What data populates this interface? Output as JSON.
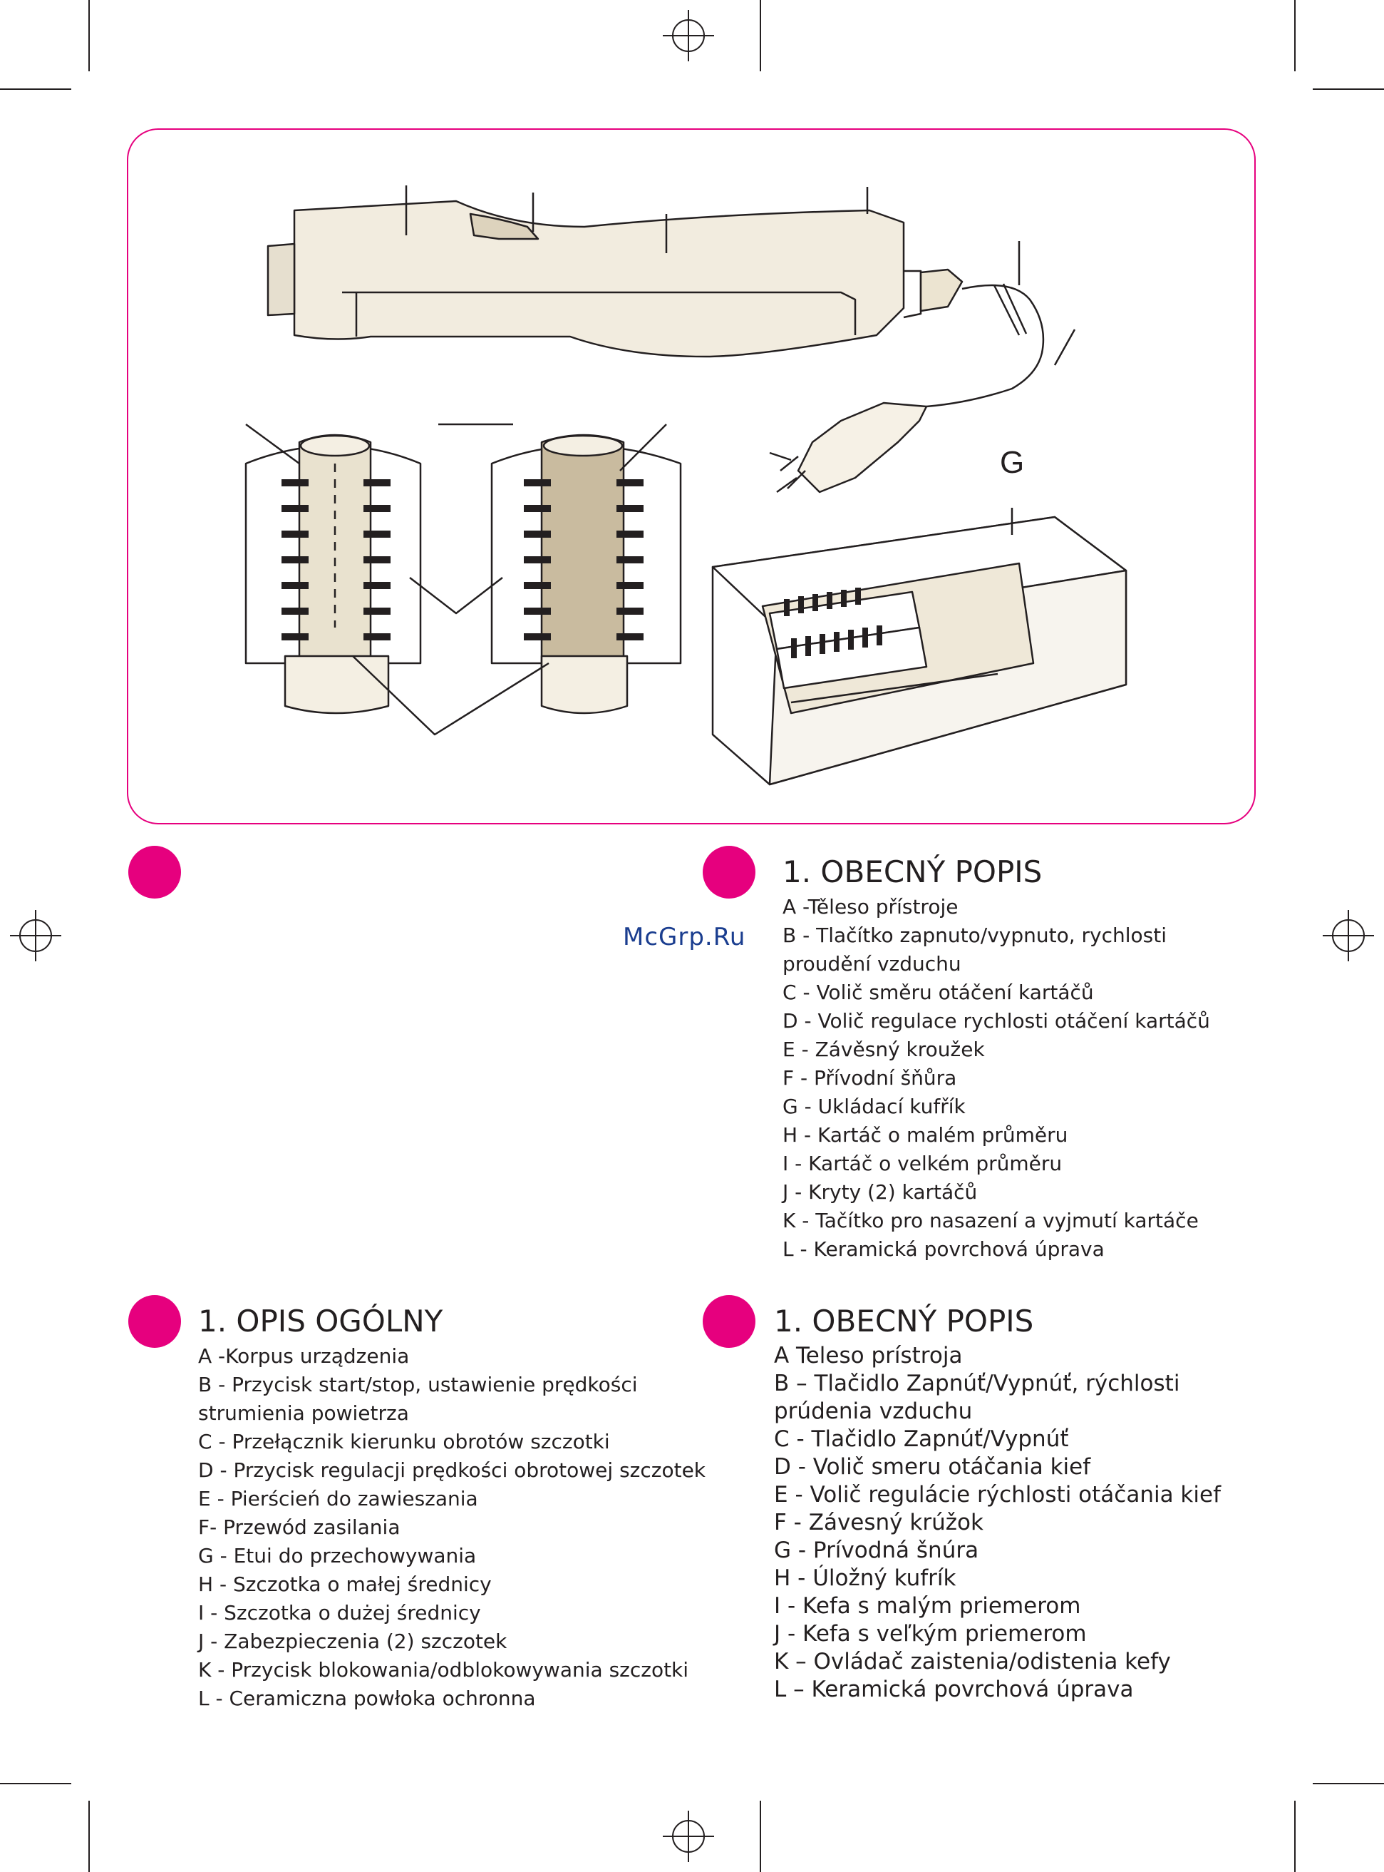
{
  "diagram": {
    "callout_g": "G"
  },
  "watermark": "McGrp.Ru",
  "cs_section": {
    "title": "1. OBECNÝ POPIS",
    "items": [
      "A -Těleso přístroje",
      "B - Tlačítko zapnuto/vypnuto, rychlosti",
      "proudění vzduchu",
      "C - Volič směru otáčení kartáčů",
      "D - Volič regulace rychlosti otáčení kartáčů",
      "E -  Závěsný kroužek",
      "F - Přívodní šňůra",
      "G - Ukládací kufřík",
      "H - Kartáč o malém průměru",
      "I -  Kartáč o velkém průměru",
      "J -  Kryty (2) kartáčů",
      "K - Tačítko pro nasazení a vyjmutí kartáče",
      "L - Keramická povrchová úprava"
    ]
  },
  "pl_section": {
    "title": "1. OPIS OGÓLNY",
    "items": [
      "A -Korpus urządzenia",
      "B - Przycisk start/stop, ustawienie prędkości",
      "strumienia powietrza",
      "C - Przełącznik kierunku obrotów szczotki",
      "D - Przycisk regulacji prędkości obrotowej szczotek",
      "E - Pierścień do zawieszania",
      "F-  Przewód zasilania",
      "G - Etui do przechowywania",
      "H - Szczotka o małej średnicy",
      "I -  Szczotka o dużej średnicy",
      "J -  Zabezpieczenia (2) szczotek",
      "K - Przycisk blokowania/odblokowywania szczotki",
      "L - Ceramiczna powłoka ochronna"
    ]
  },
  "sk_section": {
    "title": "1. OBECNÝ POPIS",
    "items": [
      "A   Teleso prístroja",
      "B – Tlačidlo Zapnúť/Vypnúť, rýchlosti",
      "prúdenia vzduchu",
      "C - Tlačidlo Zapnúť/Vypnúť",
      "D - Volič smeru otáčania kief",
      "E - Volič regulácie rýchlosti otáčania kief",
      "F - Závesný krúžok",
      "G - Prívodná šnúra",
      "H - Úložný kufrík",
      "I - Kefa s malým priemerom",
      "J - Kefa s veľkým priemerom",
      "K – Ovládač zaistenia/odistenia kefy",
      "L – Keramická povrchová úprava"
    ]
  },
  "colors": {
    "accent": "#e6007e",
    "text": "#231f20",
    "watermark": "#1a3d8f",
    "device": "#efe8d8"
  }
}
